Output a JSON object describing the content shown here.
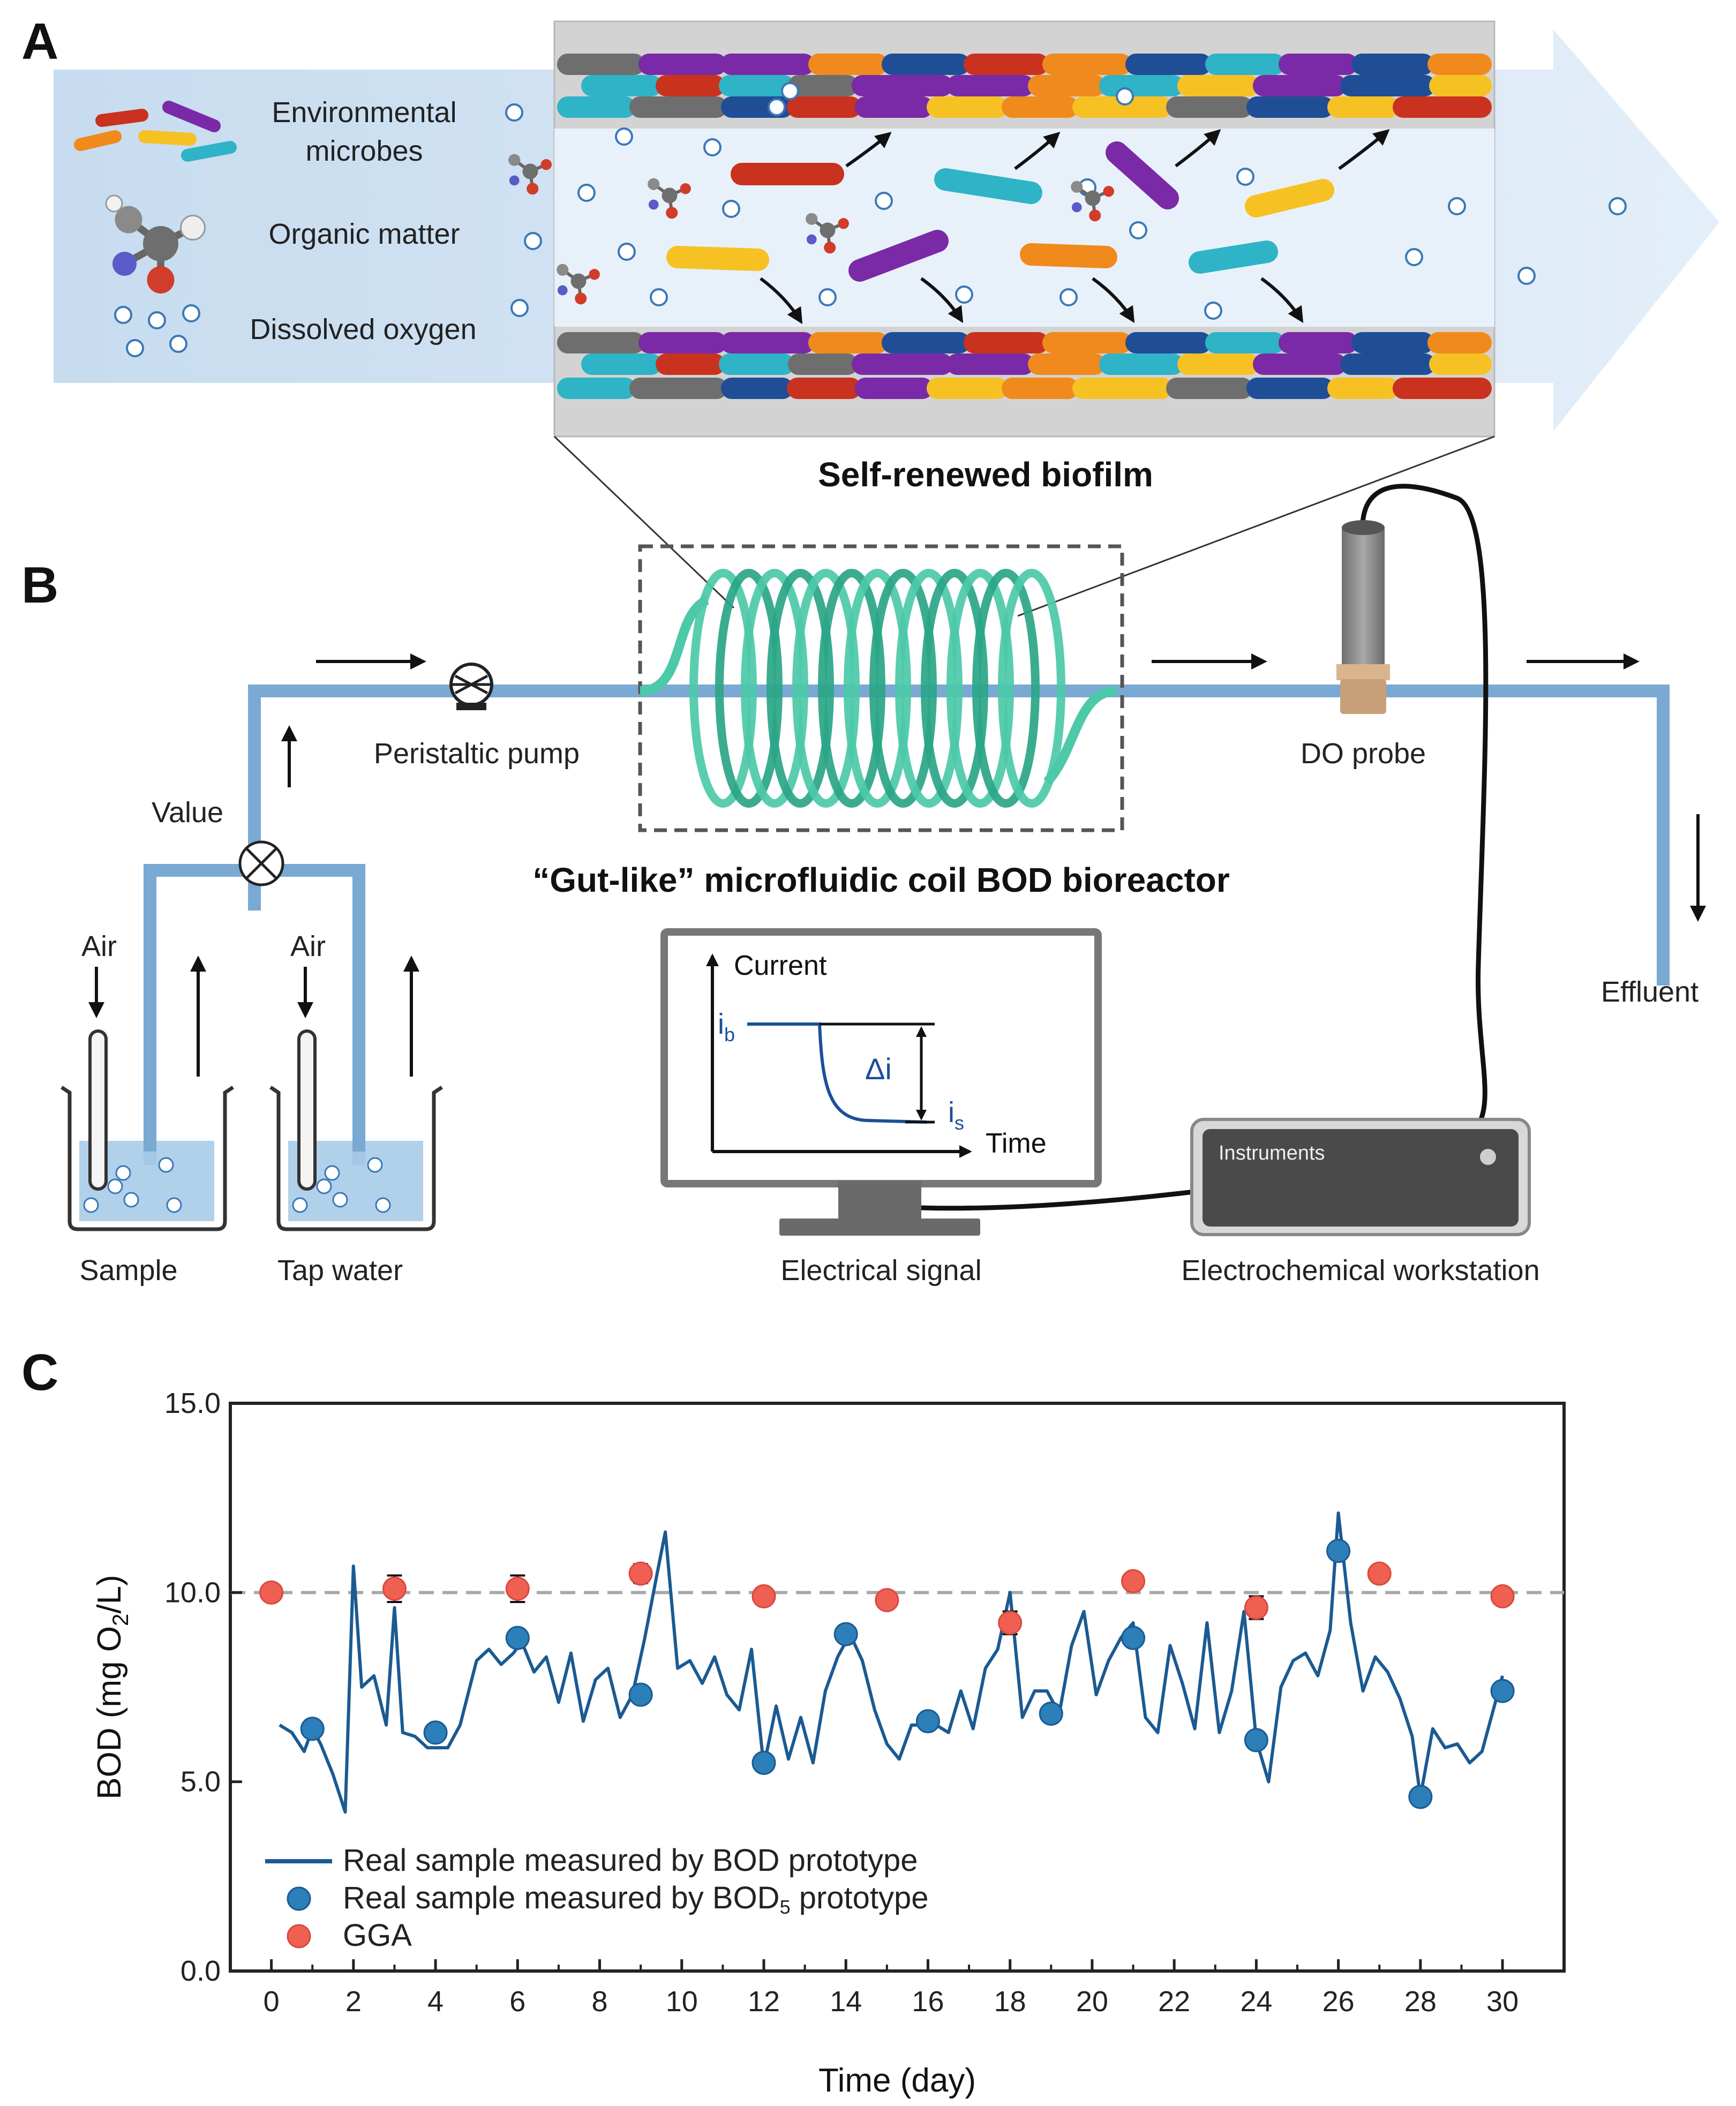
{
  "panelA": {
    "letter": "A",
    "legend": {
      "microbes": [
        "Environmental",
        "microbes"
      ],
      "organic": "Organic matter",
      "oxygen": "Dissolved oxygen"
    },
    "biofilm_label": "Self-renewed biofilm"
  },
  "panelB": {
    "letter": "B",
    "pump_label": "Peristaltic pump",
    "valve_label": "Value",
    "air_label": "Air",
    "sample_label": "Sample",
    "tap_label": "Tap water",
    "bioreactor_label": "“Gut-like” microfluidic coil BOD bioreactor",
    "do_label": "DO probe",
    "effluent_label": "Effluent",
    "monitor": {
      "y_label": "Current",
      "x_label": "Time",
      "ib": "i",
      "ib_sub": "b",
      "is": "i",
      "is_sub": "s",
      "delta": "Δi"
    },
    "signal_label": "Electrical signal",
    "instrument_text": "Instruments",
    "workstation_label": "Electrochemical workstation"
  },
  "panelC": {
    "letter": "C",
    "legend": {
      "line": "Real sample measured by BOD prototype",
      "dots_pre": "Real sample measured by BOD",
      "dots_sub": "5",
      "dots_post": " prototype",
      "gga": "GGA"
    }
  },
  "chart_data": {
    "type": "line",
    "xlabel": "Time (day)",
    "ylabel": "BOD (mg O2/L)",
    "xlim": [
      -1,
      31.5
    ],
    "ylim": [
      0,
      15
    ],
    "xticks": [
      0,
      2,
      4,
      6,
      8,
      10,
      12,
      14,
      16,
      18,
      20,
      22,
      24,
      26,
      28,
      30
    ],
    "yticks": [
      0,
      5,
      10,
      15
    ],
    "ytick_labels": [
      "0.0",
      "5.0",
      "10.0",
      "15.0"
    ],
    "reference_line": 10.0,
    "colors": {
      "line": "#1b5a92",
      "dots": "#2c7fb8",
      "gga": "#ef5f52",
      "reference": "#a8a8a8"
    },
    "series": [
      {
        "name": "Real sample measured by BOD prototype",
        "x": [
          0.2,
          0.5,
          0.8,
          1.0,
          1.2,
          1.5,
          1.8,
          2.0,
          2.2,
          2.5,
          2.8,
          3.0,
          3.2,
          3.5,
          3.8,
          4.0,
          4.3,
          4.6,
          5.0,
          5.3,
          5.6,
          5.9,
          6.1,
          6.4,
          6.7,
          7.0,
          7.3,
          7.6,
          7.9,
          8.2,
          8.5,
          8.8,
          9.1,
          9.4,
          9.6,
          9.9,
          10.2,
          10.5,
          10.8,
          11.1,
          11.4,
          11.7,
          12.0,
          12.3,
          12.6,
          12.9,
          13.2,
          13.5,
          13.8,
          14.1,
          14.4,
          14.7,
          15.0,
          15.3,
          15.6,
          15.9,
          16.2,
          16.5,
          16.8,
          17.1,
          17.4,
          17.7,
          18.0,
          18.3,
          18.6,
          18.9,
          19.2,
          19.5,
          19.8,
          20.1,
          20.4,
          20.7,
          21.0,
          21.3,
          21.6,
          21.9,
          22.2,
          22.5,
          22.8,
          23.1,
          23.4,
          23.7,
          24.0,
          24.3,
          24.6,
          24.9,
          25.2,
          25.5,
          25.8,
          26.0,
          26.3,
          26.6,
          26.9,
          27.2,
          27.5,
          27.8,
          28.0,
          28.3,
          28.6,
          28.9,
          29.2,
          29.5,
          29.8,
          30.0
        ],
        "y": [
          6.5,
          6.3,
          5.8,
          6.4,
          6.0,
          5.2,
          4.2,
          10.7,
          7.5,
          7.8,
          6.5,
          9.6,
          6.3,
          6.2,
          5.9,
          5.9,
          5.9,
          6.5,
          8.2,
          8.5,
          8.1,
          8.4,
          8.7,
          7.9,
          8.3,
          7.1,
          8.4,
          6.6,
          7.7,
          8.0,
          6.7,
          7.3,
          8.8,
          10.5,
          11.6,
          8.0,
          8.2,
          7.6,
          8.3,
          7.3,
          6.9,
          8.5,
          5.4,
          7.0,
          5.6,
          6.7,
          5.5,
          7.4,
          8.3,
          8.9,
          8.2,
          6.9,
          6.0,
          5.6,
          6.5,
          6.5,
          6.5,
          6.3,
          7.4,
          6.4,
          8.0,
          8.5,
          10.0,
          6.7,
          7.4,
          7.4,
          6.8,
          8.6,
          9.5,
          7.3,
          8.2,
          8.8,
          9.2,
          6.7,
          6.3,
          8.6,
          7.6,
          6.4,
          9.2,
          6.3,
          7.4,
          9.5,
          6.1,
          5.0,
          7.5,
          8.2,
          8.4,
          7.8,
          9.0,
          12.1,
          9.2,
          7.4,
          8.3,
          7.9,
          7.2,
          6.2,
          4.6,
          6.4,
          5.9,
          6.0,
          5.5,
          5.8,
          7.0,
          7.8
        ]
      },
      {
        "name": "Real sample measured by BOD5 prototype",
        "x": [
          1,
          4,
          6,
          9,
          12,
          14,
          16,
          19,
          21,
          24,
          26,
          28,
          30
        ],
        "y": [
          6.4,
          6.3,
          8.8,
          7.3,
          5.5,
          8.9,
          6.6,
          6.8,
          8.8,
          6.1,
          11.1,
          4.6,
          7.4
        ]
      },
      {
        "name": "GGA",
        "x": [
          0,
          3,
          6,
          9,
          12,
          15,
          18,
          21,
          24,
          27,
          30
        ],
        "y": [
          10.0,
          10.1,
          10.1,
          10.5,
          9.9,
          9.8,
          9.2,
          10.3,
          9.6,
          10.5,
          9.9
        ],
        "err": [
          0.1,
          0.35,
          0.35,
          0.25,
          0.15,
          0.1,
          0.3,
          0.1,
          0.3,
          0.15,
          0.1
        ]
      }
    ]
  }
}
